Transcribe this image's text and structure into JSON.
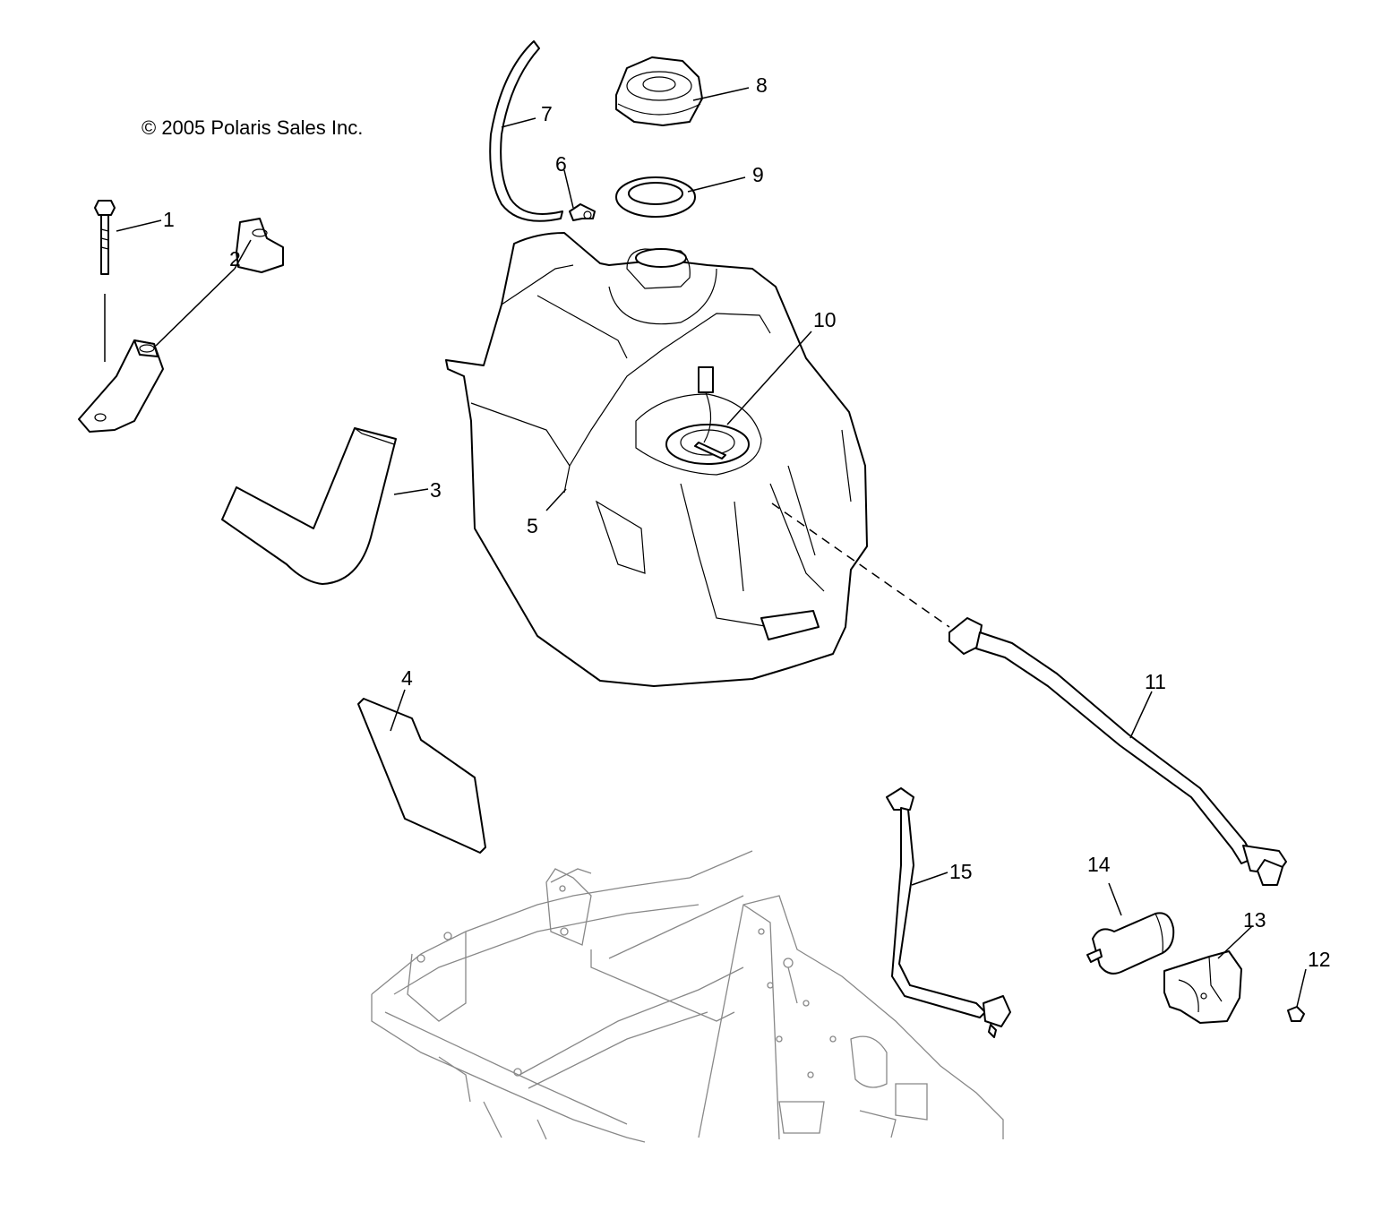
{
  "copyright": "© 2005 Polaris Sales Inc.",
  "callouts": [
    "1",
    "2",
    "3",
    "4",
    "5",
    "6",
    "7",
    "8",
    "9",
    "10",
    "11",
    "12",
    "13",
    "14",
    "15"
  ],
  "parts": [
    {
      "number": "1",
      "icon": "bolt-icon"
    },
    {
      "number": "2",
      "icon": "mounting-bracket-icon"
    },
    {
      "number": "3",
      "icon": "foam-pad-icon"
    },
    {
      "number": "4",
      "icon": "heat-shield-icon"
    },
    {
      "number": "5",
      "icon": "fuel-tank-icon"
    },
    {
      "number": "6",
      "icon": "vent-fitting-icon"
    },
    {
      "number": "7",
      "icon": "vent-hose-icon"
    },
    {
      "number": "8",
      "icon": "fuel-cap-icon"
    },
    {
      "number": "9",
      "icon": "gasket-ring-icon"
    },
    {
      "number": "10",
      "icon": "fuel-pump-sender-icon"
    },
    {
      "number": "11",
      "icon": "fuel-line-icon"
    },
    {
      "number": "12",
      "icon": "screw-icon"
    },
    {
      "number": "13",
      "icon": "filter-clamp-icon"
    },
    {
      "number": "14",
      "icon": "fuel-filter-icon"
    },
    {
      "number": "15",
      "icon": "fuel-line-short-icon"
    }
  ]
}
